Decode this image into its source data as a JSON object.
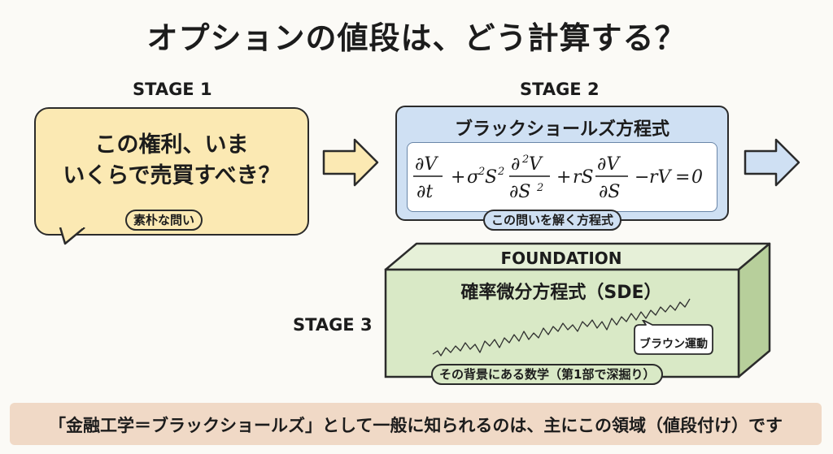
{
  "title": "オプションの値段は、どう計算する？",
  "stage1": {
    "label": "STAGE 1",
    "question_line1": "この権利、いま",
    "question_line2": "いくらで売買すべき？",
    "pill": "素朴な問い"
  },
  "stage2": {
    "label": "STAGE 2",
    "title": "ブラックショールズ方程式",
    "pill": "この問いを解く方程式",
    "equation": "∂V/∂t + σ²S² ∂²V/∂S² + rS ∂V/∂S − rV = 0"
  },
  "stage3": {
    "label": "STAGE 3",
    "foundation_label": "FOUNDATION",
    "title": "確率微分方程式（SDE）",
    "callout": "ブラウン運動",
    "pill": "その背景にある数学（第1部で深掘り）"
  },
  "banner": {
    "text": "「金融工学＝ブラックショールズ」として一般に知られるのは、主にこの領域（値段付け）です"
  },
  "colors": {
    "stage1_fill": "#fbe9b3",
    "stage2_fill": "#cfe0f3",
    "stage3_fill": "#d9e9c6",
    "banner_fill": "#f0d9c6"
  }
}
